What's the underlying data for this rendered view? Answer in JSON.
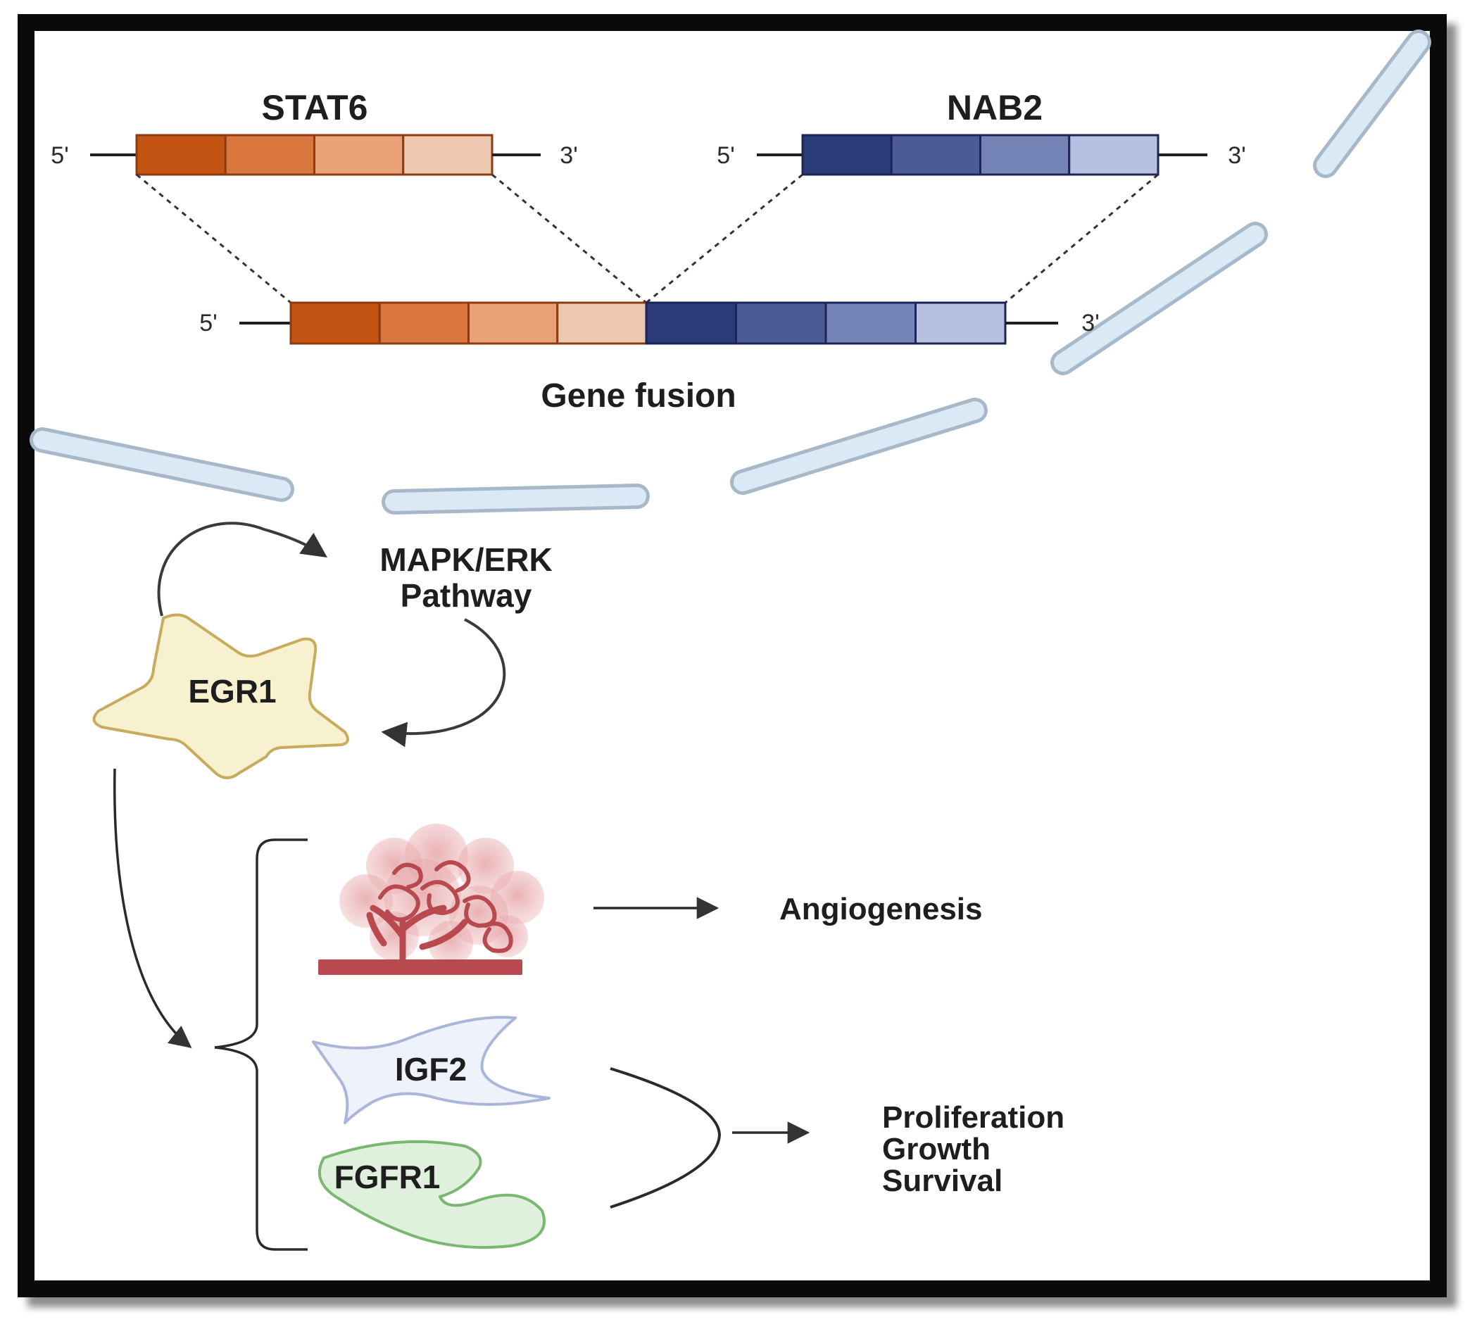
{
  "genes": {
    "stat6": {
      "name": "STAT6",
      "five_prime": "5'",
      "three_prime": "3'",
      "exon_colors": [
        "#c45414",
        "#d9773e",
        "#e9a275",
        "#ecc8b1"
      ]
    },
    "nab2": {
      "name": "NAB2",
      "five_prime": "5'",
      "three_prime": "3'",
      "exon_colors": [
        "#2b3a78",
        "#4a5b96",
        "#7484b6",
        "#b7c0e0"
      ]
    },
    "fusion": {
      "caption": "Gene fusion",
      "five_prime": "5'",
      "three_prime": "3'"
    }
  },
  "pathway": {
    "line1": "MAPK/ERK",
    "line2": "Pathway"
  },
  "nodes": {
    "egr1": "EGR1",
    "igf2": "IGF2",
    "fgfr1": "FGFR1"
  },
  "outcomes": {
    "angiogenesis": "Angiogenesis",
    "proliferation": "Proliferation",
    "growth": "Growth",
    "survival": "Survival"
  },
  "colors": {
    "membrane_fill": "#dbe9f6",
    "membrane_stroke": "#a7b8c9",
    "egr1_fill": "#f7f1cf",
    "egr1_stroke": "#c8ab5c",
    "igf2_fill": "#eef2fb",
    "igf2_stroke": "#a9b6da",
    "fgfr1_fill": "#dff1dc",
    "fgfr1_stroke": "#7bb673",
    "vessel": "#b84a4f"
  }
}
